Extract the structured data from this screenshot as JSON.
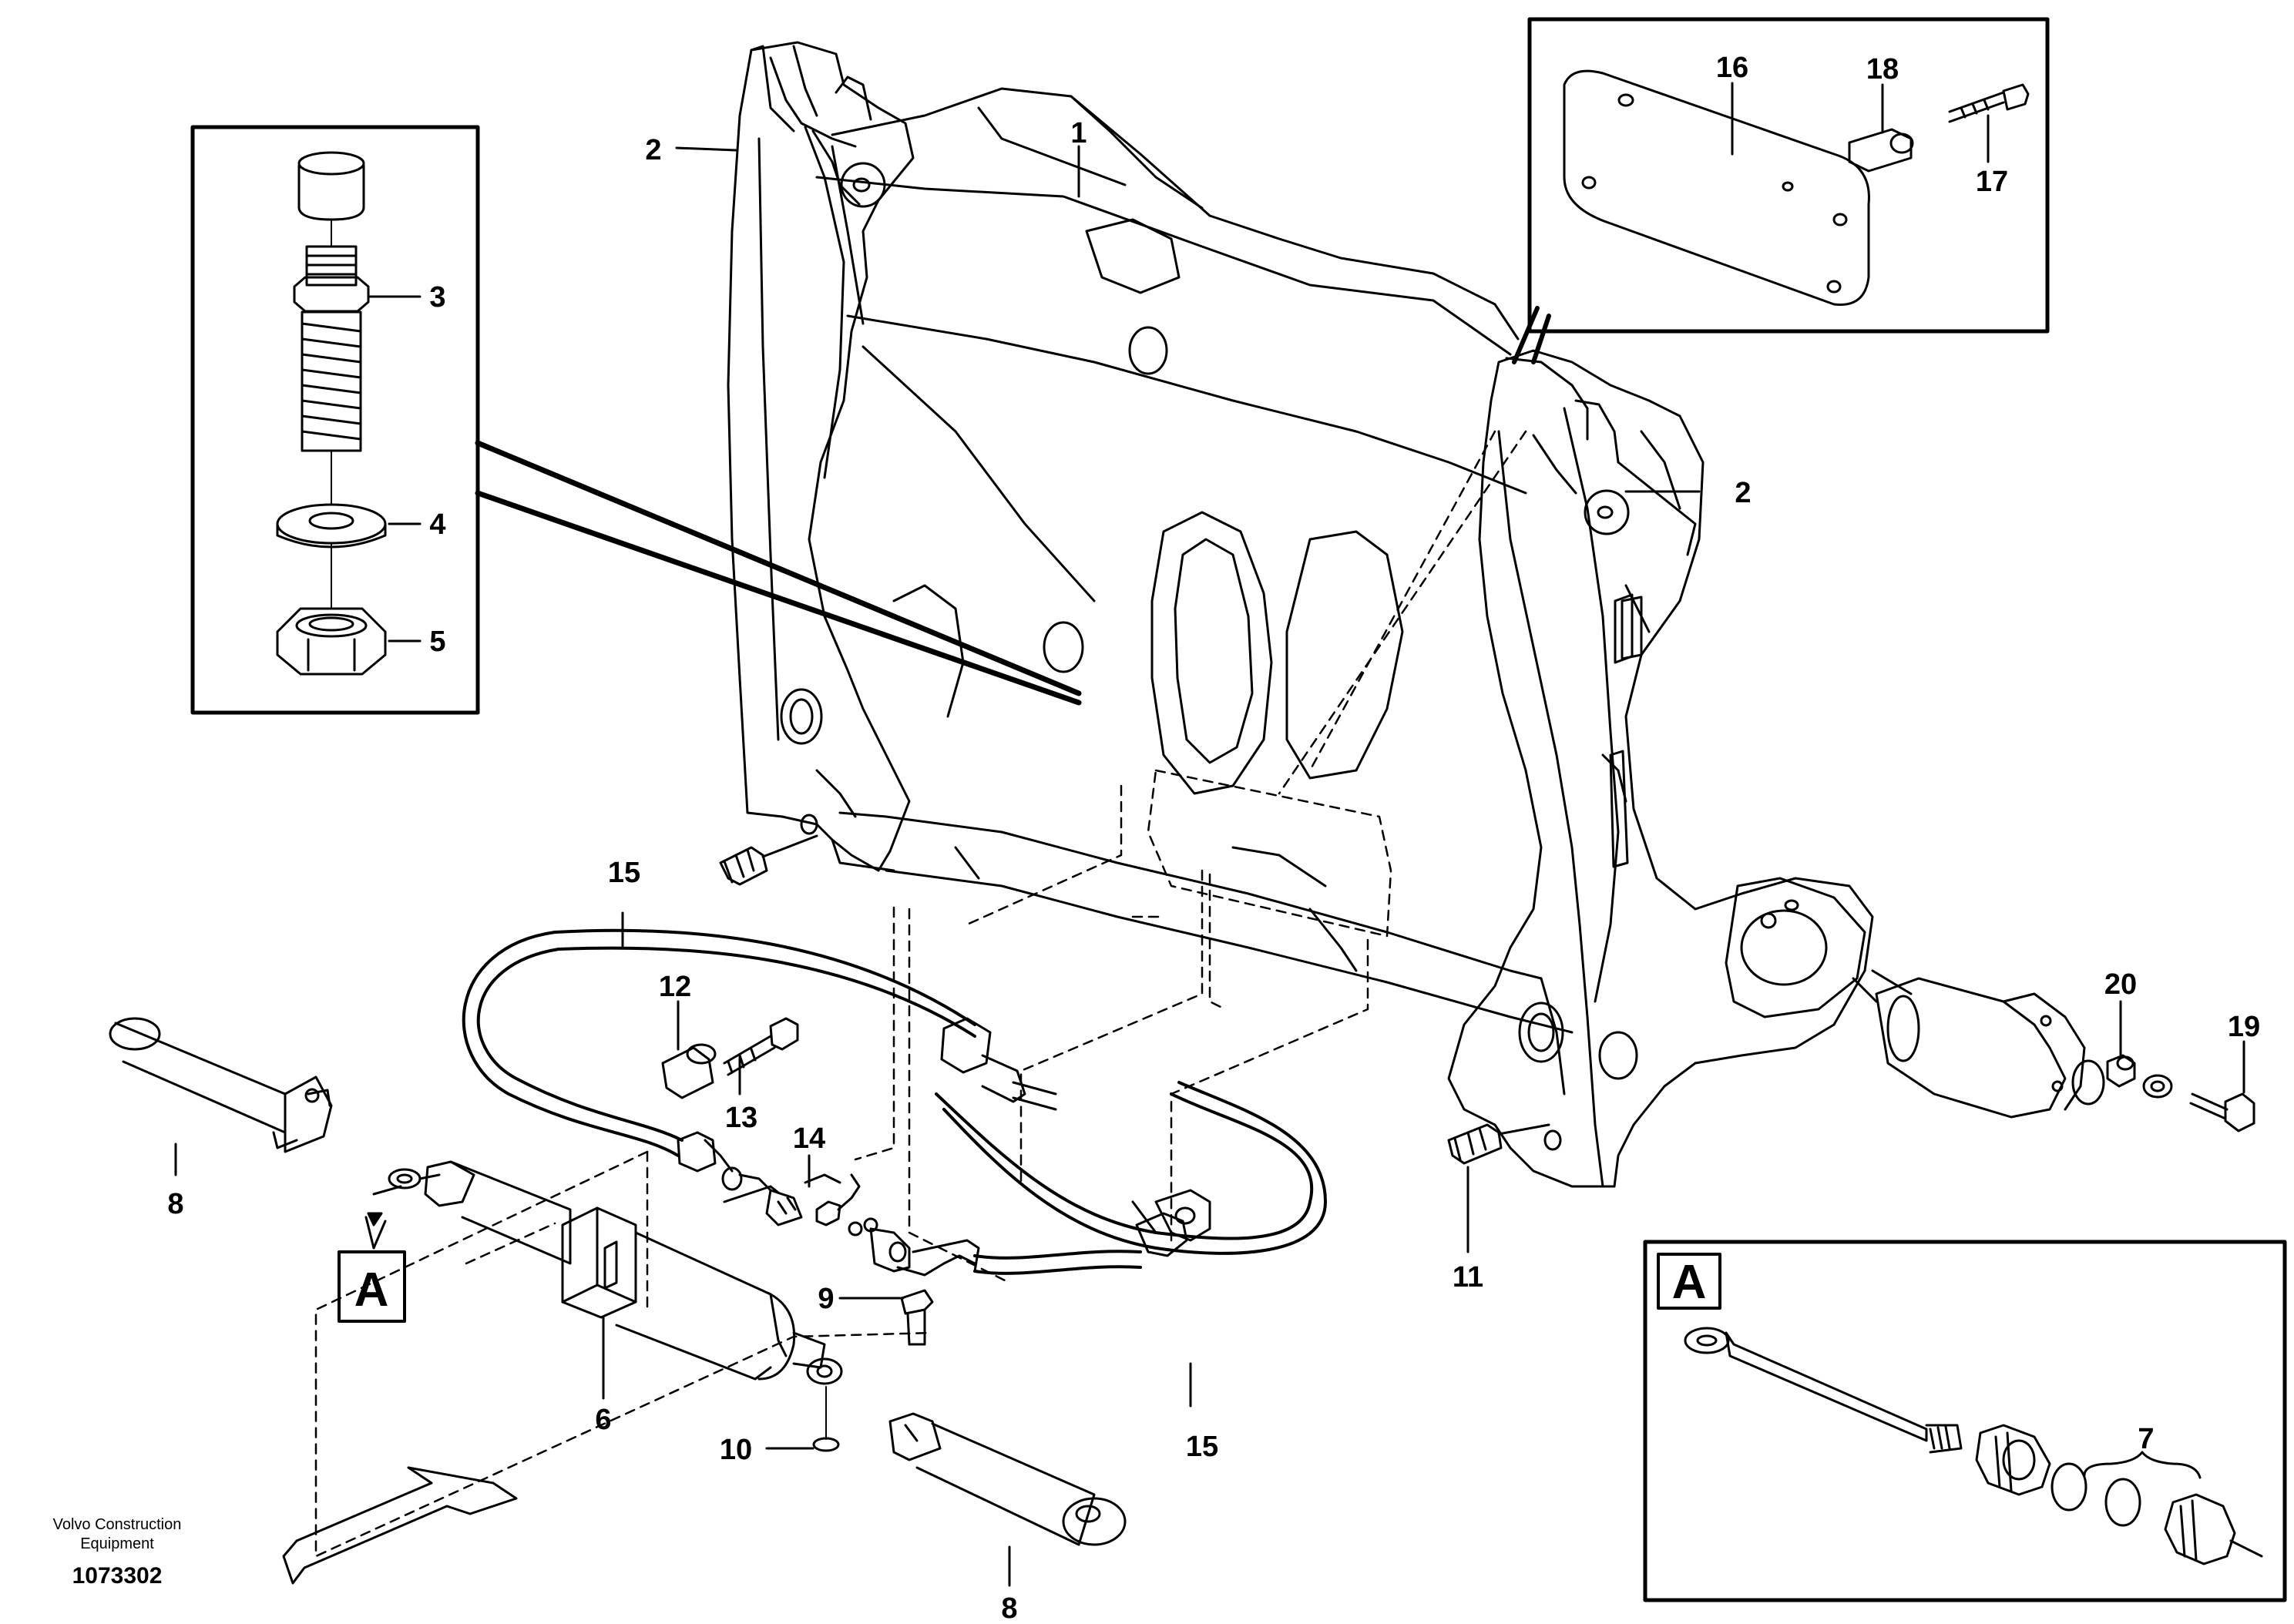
{
  "caption": {
    "line1": "Volvo Construction",
    "line2": "Equipment",
    "code": "1073302"
  },
  "callouts": {
    "c1": "1",
    "c2a": "2",
    "c2b": "2",
    "c3": "3",
    "c4": "4",
    "c5": "5",
    "c6": "6",
    "c7": "7",
    "c8a": "8",
    "c8b": "8",
    "c9": "9",
    "c10": "10",
    "c11": "11",
    "c12": "12",
    "c13": "13",
    "c14": "14",
    "c15a": "15",
    "c15b": "15",
    "c16": "16",
    "c17": "17",
    "c18": "18",
    "c19": "19",
    "c20": "20"
  },
  "detail_labels": {
    "view_marker": "A",
    "detail_box": "A"
  }
}
